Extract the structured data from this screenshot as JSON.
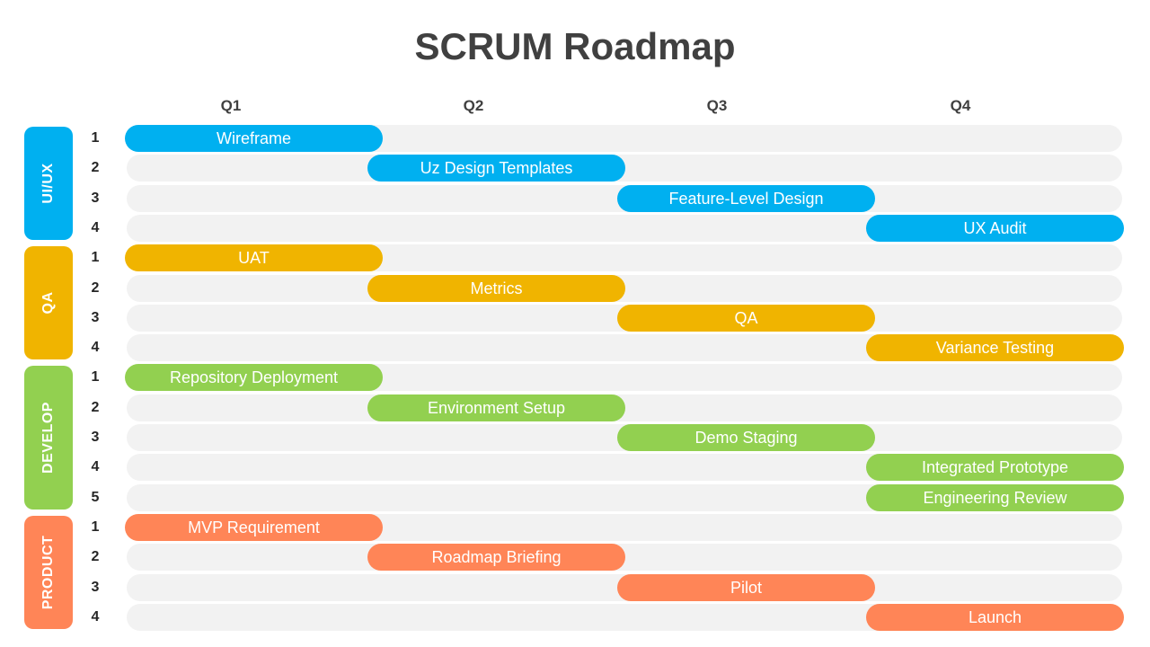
{
  "title": "SCRUM Roadmap",
  "quarters": [
    "Q1",
    "Q2",
    "Q3",
    "Q4"
  ],
  "groups": [
    {
      "label": "UI/UX",
      "color": "#00b0f0",
      "rows": [
        {
          "num": "1",
          "task": "Wireframe",
          "quarter": 1
        },
        {
          "num": "2",
          "task": "Uz Design Templates",
          "quarter": 2
        },
        {
          "num": "3",
          "task": "Feature-Level Design",
          "quarter": 3
        },
        {
          "num": "4",
          "task": "UX Audit",
          "quarter": 4
        }
      ]
    },
    {
      "label": "QA",
      "color": "#f0b400",
      "rows": [
        {
          "num": "1",
          "task": "UAT",
          "quarter": 1
        },
        {
          "num": "2",
          "task": "Metrics",
          "quarter": 2
        },
        {
          "num": "3",
          "task": "QA",
          "quarter": 3
        },
        {
          "num": "4",
          "task": "Variance Testing",
          "quarter": 4
        }
      ]
    },
    {
      "label": "DEVELOP",
      "color": "#92d050",
      "rows": [
        {
          "num": "1",
          "task": "Repository Deployment",
          "quarter": 1
        },
        {
          "num": "2",
          "task": "Environment Setup",
          "quarter": 2
        },
        {
          "num": "3",
          "task": "Demo Staging",
          "quarter": 3
        },
        {
          "num": "4",
          "task": "Integrated Prototype",
          "quarter": 4
        },
        {
          "num": "5",
          "task": "Engineering Review",
          "quarter": 4
        }
      ]
    },
    {
      "label": "PRODUCT",
      "color": "#ff8557",
      "rows": [
        {
          "num": "1",
          "task": "MVP Requirement",
          "quarter": 1
        },
        {
          "num": "2",
          "task": "Roadmap Briefing",
          "quarter": 2
        },
        {
          "num": "3",
          "task": "Pilot",
          "quarter": 3
        },
        {
          "num": "4",
          "task": "Launch",
          "quarter": 4
        }
      ]
    }
  ]
}
